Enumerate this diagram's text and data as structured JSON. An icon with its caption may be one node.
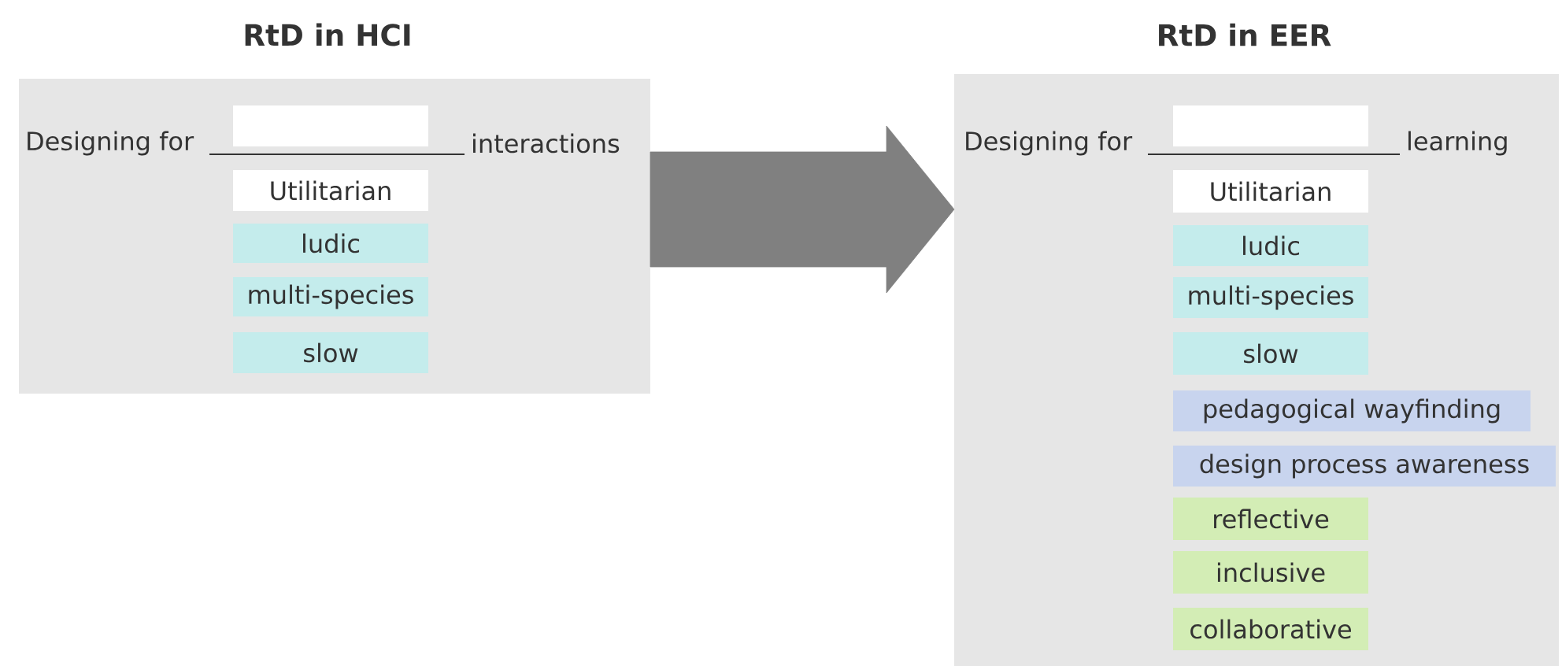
{
  "diagram": {
    "nodes": [
      {
        "text": [
          "RtD in HCI",
          "Designing for",
          "interactions"
        ]
      },
      {
        "text": [],
        "shape": "box",
        "in": 0
      },
      {
        "text": [
          "Utilitarian"
        ],
        "in": 0
      },
      {
        "text": [
          "ludic"
        ],
        "in": 0
      },
      {
        "text": [
          "multi-species"
        ],
        "in": 0
      },
      {
        "text": [
          "slow"
        ],
        "in": 0
      },
      {
        "text": [
          "RtD in EER",
          "Designing for",
          "learning"
        ]
      },
      {
        "text": [],
        "shape": "box",
        "in": 6
      },
      {
        "text": [
          "Utilitarian"
        ],
        "in": 6
      },
      {
        "text": [
          "ludic"
        ],
        "in": 6
      },
      {
        "text": [
          "multi-species"
        ],
        "in": 6
      },
      {
        "text": [
          "slow"
        ],
        "in": 6
      },
      {
        "text": [
          "pedagogical wayfinding"
        ],
        "in": 6
      },
      {
        "text": [
          "design process awareness"
        ],
        "in": 6
      },
      {
        "text": [
          "reflective"
        ],
        "in": 6
      },
      {
        "text": [
          "inclusive"
        ],
        "in": 6
      },
      {
        "text": [
          "collaborative"
        ],
        "in": 6
      }
    ],
    "edges": [
      {
        "from": 0,
        "to": 6,
        "arrow": "to"
      }
    ]
  }
}
